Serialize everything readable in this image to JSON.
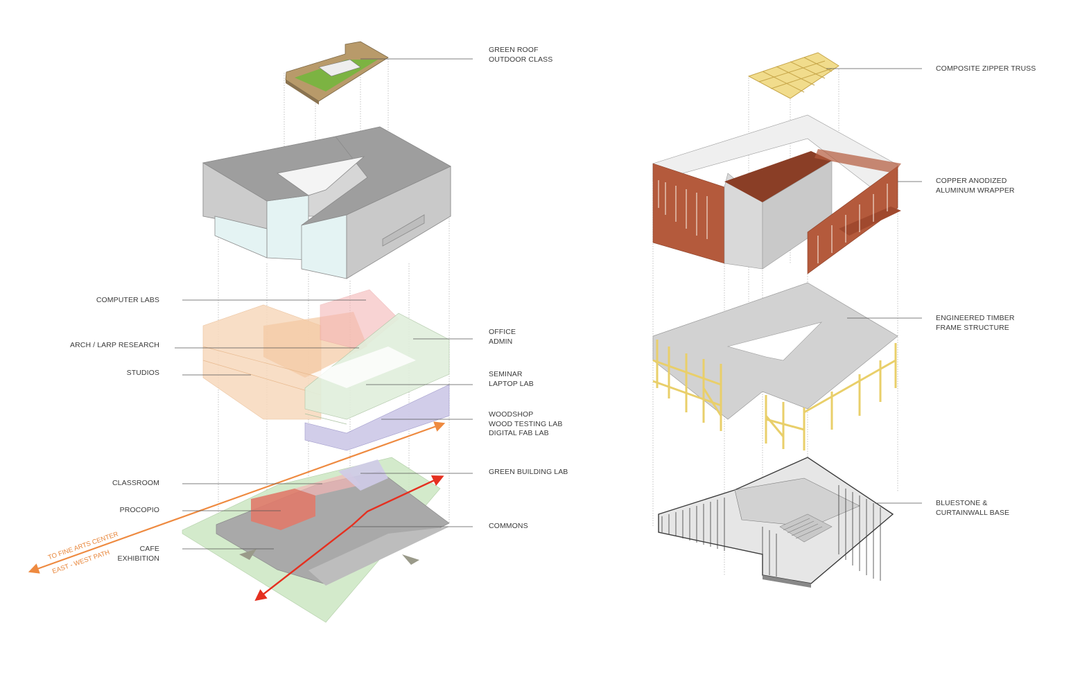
{
  "left_labels": {
    "green_roof": [
      "GREEN ROOF",
      "OUTDOOR CLASS"
    ],
    "computer_labs": [
      "COMPUTER LABS"
    ],
    "arch_research": [
      "ARCH / LARP RESEARCH"
    ],
    "studios": [
      "STUDIOS"
    ],
    "office": [
      "OFFICE",
      "ADMIN"
    ],
    "seminar": [
      "SEMINAR",
      "LAPTOP LAB"
    ],
    "woodshop": [
      "WOODSHOP",
      "WOOD TESTING LAB",
      "DIGITAL FAB LAB"
    ],
    "green_building_lab": [
      "GREEN BUILDING LAB"
    ],
    "classroom": [
      "CLASSROOM"
    ],
    "procopio": [
      "PROCOPIO"
    ],
    "commons": [
      "COMMONS"
    ],
    "cafe": [
      "CAFE",
      "EXHIBITION"
    ]
  },
  "path_labels": {
    "fine_arts": "TO FINE ARTS CENTER",
    "east_west": "EAST - WEST PATH"
  },
  "right_labels": {
    "truss": [
      "COMPOSITE ZIPPER TRUSS"
    ],
    "wrapper": [
      "COPPER ANODIZED",
      "ALUMINUM WRAPPER"
    ],
    "timber": [
      "ENGINEERED TIMBER",
      "FRAME STRUCTURE"
    ],
    "base": [
      "BLUESTONE &",
      "CURTAINWALL BASE"
    ]
  },
  "colors": {
    "roof_gray": "#9e9e9e",
    "wall_gray": "#d6d6d6",
    "glass": "#e4f3f3",
    "green_roof": "#7cb342",
    "wood_deck": "#b89a6a",
    "studios_orange": "#f7d9bd",
    "labs_pink": "#f4b6b6",
    "office_green": "#e1efdc",
    "woodshop_purple": "#cfcbe8",
    "site_green": "#cfe8c6",
    "procopio_red": "#e07a6a",
    "path_orange": "#ee8a40",
    "path_red": "#e53020",
    "copper": "#b45a3c",
    "timber": "#e9cf6a",
    "truss": "#f1dc8c",
    "leader": "#555555"
  }
}
